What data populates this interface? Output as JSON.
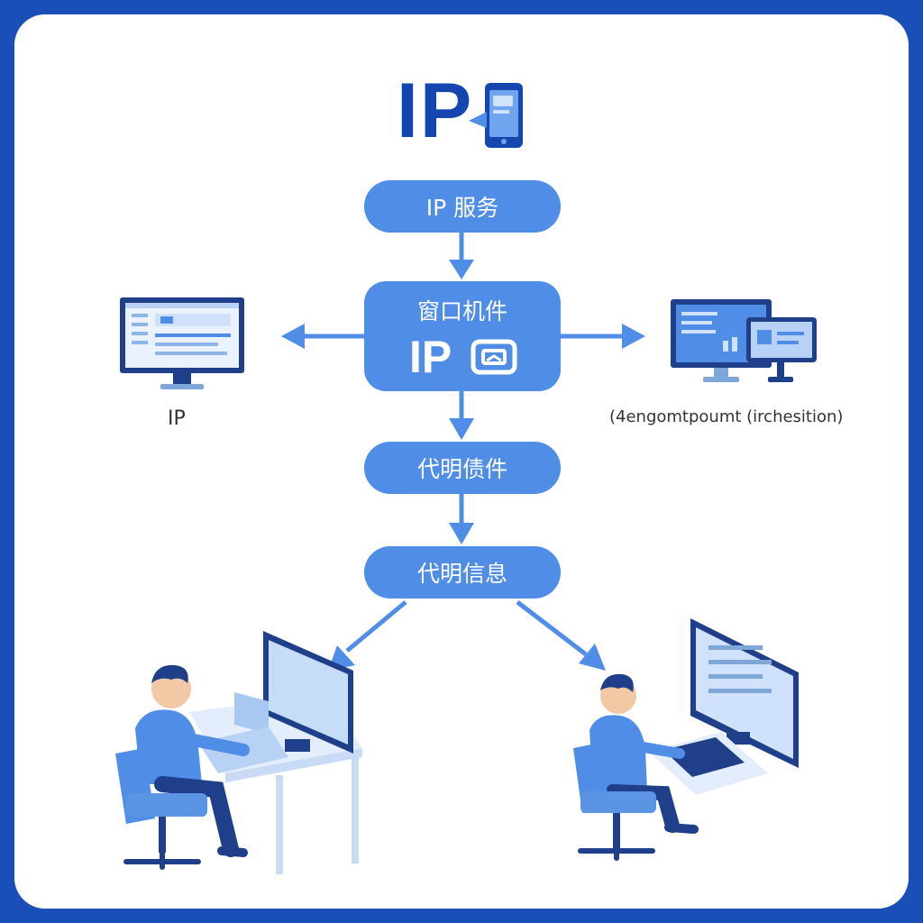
{
  "logo": {
    "text": "IP",
    "icon": "phone-chat-icon"
  },
  "nodes": {
    "ip_service": "IP 服务",
    "window_component": {
      "title": "窗口机件",
      "ip": "IP",
      "icon": "window-icon"
    },
    "proxy_component": "代明债件",
    "proxy_info": "代明信息"
  },
  "left_device": {
    "label": "IP",
    "icon": "monitor-icon"
  },
  "right_device": {
    "label": "(4engomtpoumt (irchesition)",
    "icon": "monitor-pair-icon"
  },
  "users": [
    {
      "icon": "user-at-desk-icon"
    },
    {
      "icon": "user-at-desk-icon"
    }
  ],
  "colors": {
    "frame": "#1b4fb8",
    "accent": "#4f8de6",
    "dark": "#1546b0"
  }
}
